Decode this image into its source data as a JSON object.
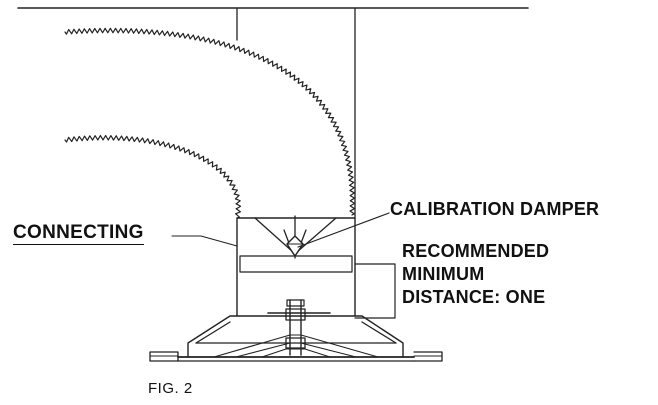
{
  "labels": {
    "connecting": "CONNECTING",
    "calibration_damper": "CALIBRATION DAMPER",
    "recommended_distance": [
      "RECOMMENDED",
      "MINIMUM",
      "DISTANCE: ONE"
    ],
    "figure_caption": "FIG. 2"
  },
  "colors": {
    "line": "#222222",
    "text": "#111111",
    "background": "#ffffff"
  }
}
